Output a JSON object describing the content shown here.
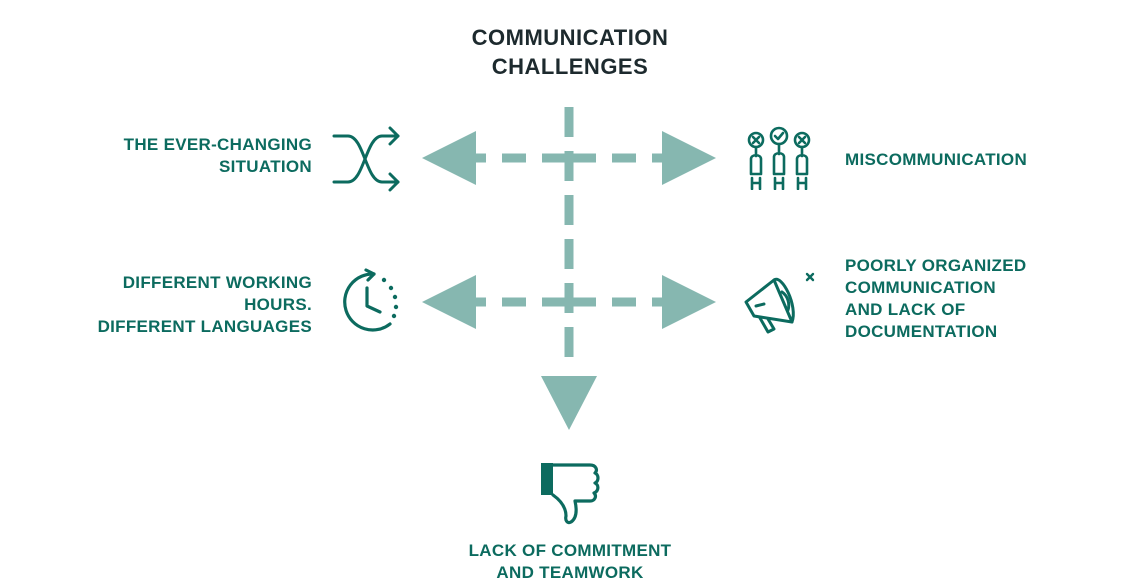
{
  "title": [
    "COMMUNICATION",
    "CHALLENGES"
  ],
  "challenges": {
    "top_left": [
      "THE EVER-CHANGING",
      "SITUATION"
    ],
    "top_right": [
      "MISCOMMUNICATION"
    ],
    "mid_left": [
      "DIFFERENT WORKING",
      "HOURS.",
      "DIFFERENT LANGUAGES"
    ],
    "mid_right": [
      "POORLY ORGANIZED",
      "COMMUNICATION",
      "AND LACK OF",
      "DOCUMENTATION"
    ],
    "bottom": [
      "LACK OF COMMITMENT",
      "AND TEAMWORK"
    ]
  },
  "icons": {
    "top_left": "shuffle-icon",
    "top_right": "voting-hands-icon",
    "mid_left": "clock-icon",
    "mid_right": "megaphone-icon",
    "bottom": "thumbs-down-icon"
  },
  "colors": {
    "title": "#1d2a2e",
    "label": "#0c6b5f",
    "arrow": "#86b7b0",
    "icon": "#0c6b5f"
  }
}
